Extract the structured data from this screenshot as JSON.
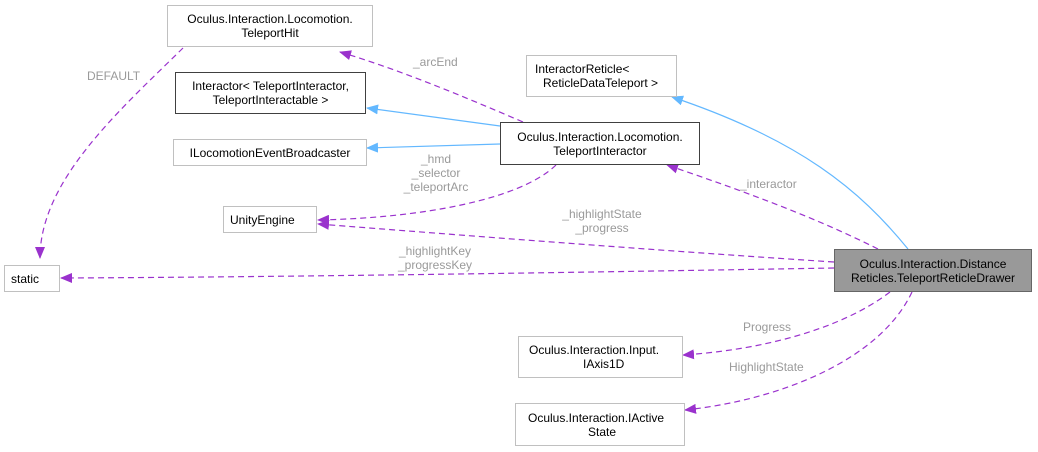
{
  "colors": {
    "inheritance_edge": "#63b8ff",
    "usage_edge": "#9a32cd",
    "focus_fill": "#999999",
    "node_border": "#c0c0c0",
    "label_text": "#9a9a9a"
  },
  "nodes": {
    "teleport_hit": [
      "Oculus.Interaction.Locomotion.",
      "TeleportHit"
    ],
    "interactor_generic": [
      "Interactor< TeleportInteractor,",
      "TeleportInteractable >"
    ],
    "locomotion_broadcaster": [
      "ILocomotionEventBroadcaster"
    ],
    "unity_engine": [
      "UnityEngine"
    ],
    "static_node": [
      "static"
    ],
    "interactor_reticle": [
      "InteractorReticle<",
      "ReticleDataTeleport >"
    ],
    "teleport_interactor": [
      "Oculus.Interaction.Locomotion.",
      "TeleportInteractor"
    ],
    "focus_class": [
      "Oculus.Interaction.Distance",
      "Reticles.TeleportReticleDrawer"
    ],
    "iaxis1d": [
      "Oculus.Interaction.Input.",
      "IAxis1D"
    ],
    "iactive_state": [
      "Oculus.Interaction.IActive",
      "State"
    ]
  },
  "edge_labels": {
    "default": "DEFAULT",
    "arc_end": "_arcEnd",
    "hmd_selector_arc": [
      "_hmd",
      "_selector",
      "_teleportArc"
    ],
    "interactor": "_interactor",
    "highlight_progress": [
      "_highlightState",
      "_progress"
    ],
    "highlight_progress_key": [
      "_highlightKey",
      "_progressKey"
    ],
    "progress": "Progress",
    "highlight_state": "HighlightState"
  }
}
